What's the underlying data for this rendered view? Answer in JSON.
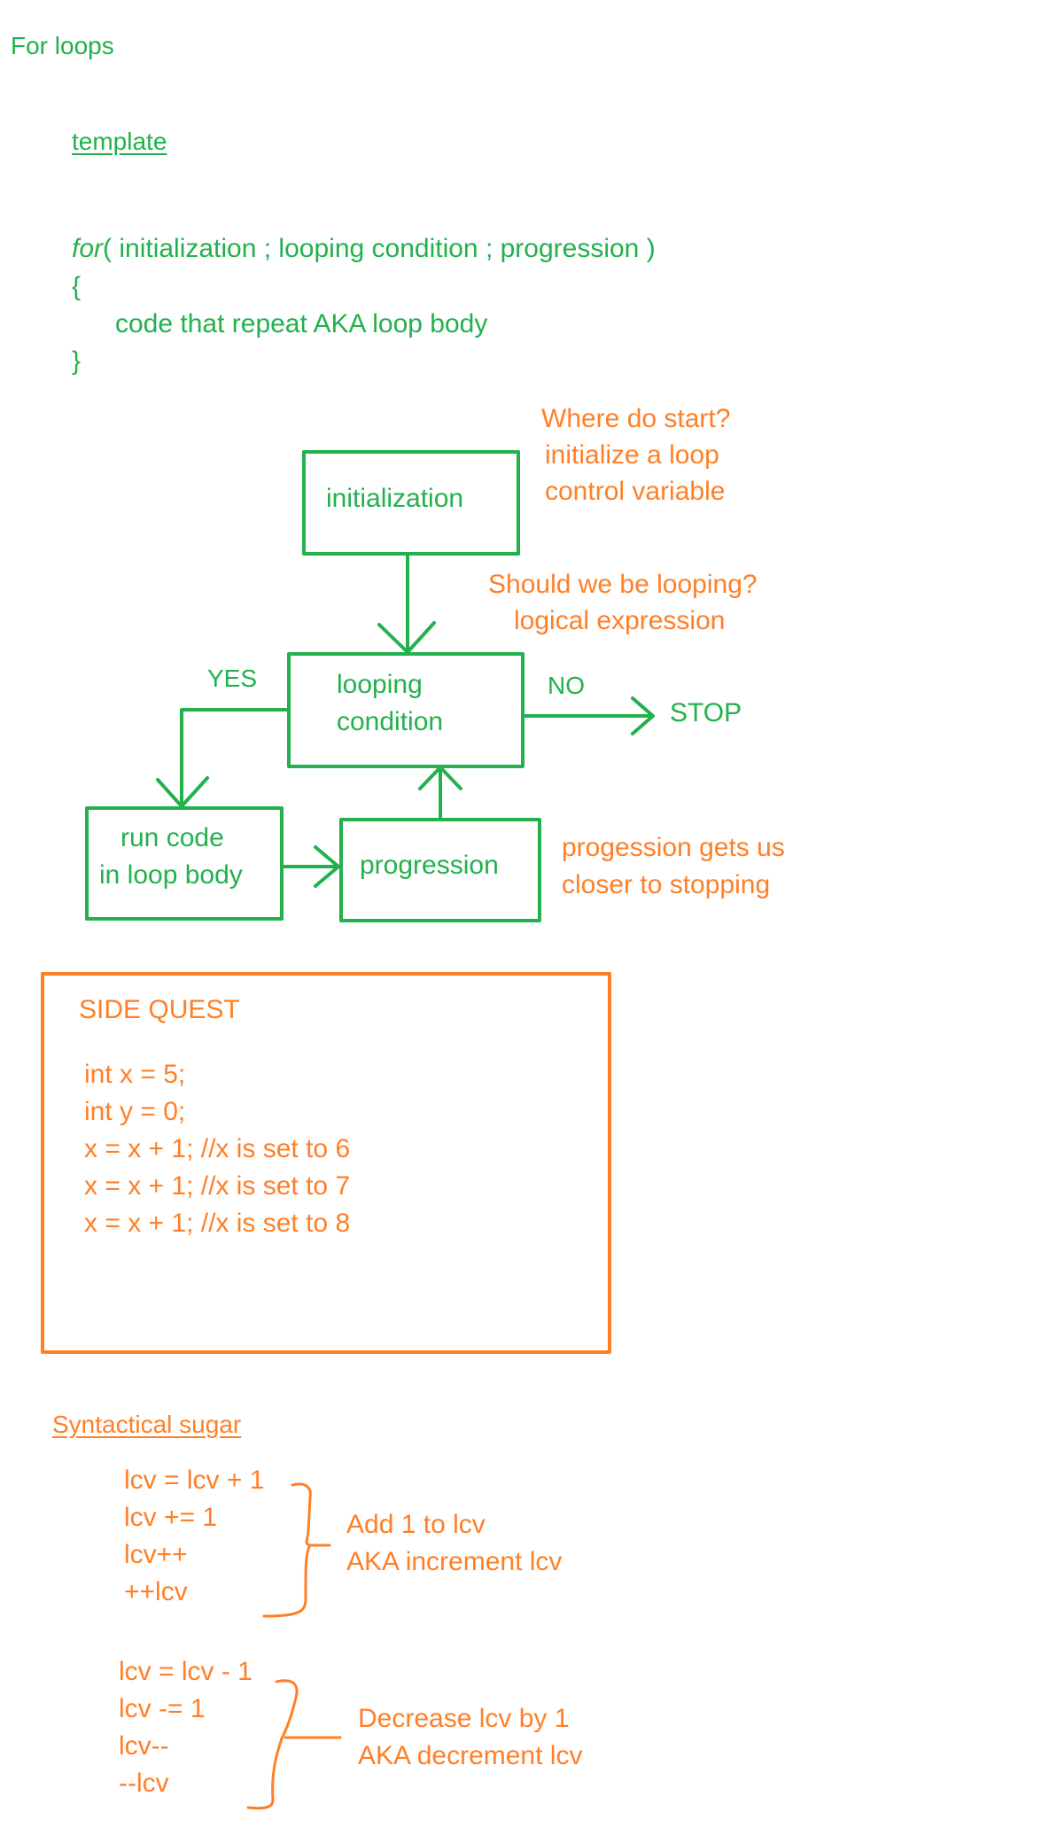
{
  "title": "For loops",
  "template": {
    "heading": "template",
    "keyword": "for",
    "signature": "( initialization ; looping condition ; progression )",
    "open_brace": "{",
    "body": "code that repeat AKA loop body",
    "close_brace": "}"
  },
  "flowchart": {
    "nodes": {
      "initialization": "initialization",
      "condition_line1": "looping",
      "condition_line2": "condition",
      "body_line1": "run code",
      "body_line2": "in loop body",
      "progression": "progression",
      "stop": "STOP"
    },
    "edge_labels": {
      "yes": "YES",
      "no": "NO"
    },
    "notes": {
      "initialization": [
        "Where do start?",
        "initialize a loop",
        "control variable"
      ],
      "condition": [
        "Should we be looping?",
        "logical expression"
      ],
      "progression": [
        "progession gets us",
        "closer to stopping"
      ]
    }
  },
  "side_quest": {
    "title": "SIDE QUEST",
    "lines": [
      "int x = 5;",
      "int y = 0;",
      "x = x + 1; //x is set to 6",
      "x = x + 1; //x is set to 7",
      "x = x + 1; //x is set to 8"
    ]
  },
  "syntactical_sugar": {
    "heading": "Syntactical sugar",
    "increment": {
      "forms": [
        "lcv = lcv + 1",
        "lcv += 1",
        "lcv++",
        "++lcv"
      ],
      "description": [
        "Add 1 to lcv",
        "AKA increment lcv"
      ]
    },
    "decrement": {
      "forms": [
        "lcv = lcv - 1",
        "lcv -= 1",
        "lcv--",
        "--lcv"
      ],
      "description": [
        "Decrease lcv by 1",
        "AKA decrement lcv"
      ]
    }
  },
  "colors": {
    "green": "#22b14c",
    "orange": "#ff7f27"
  }
}
